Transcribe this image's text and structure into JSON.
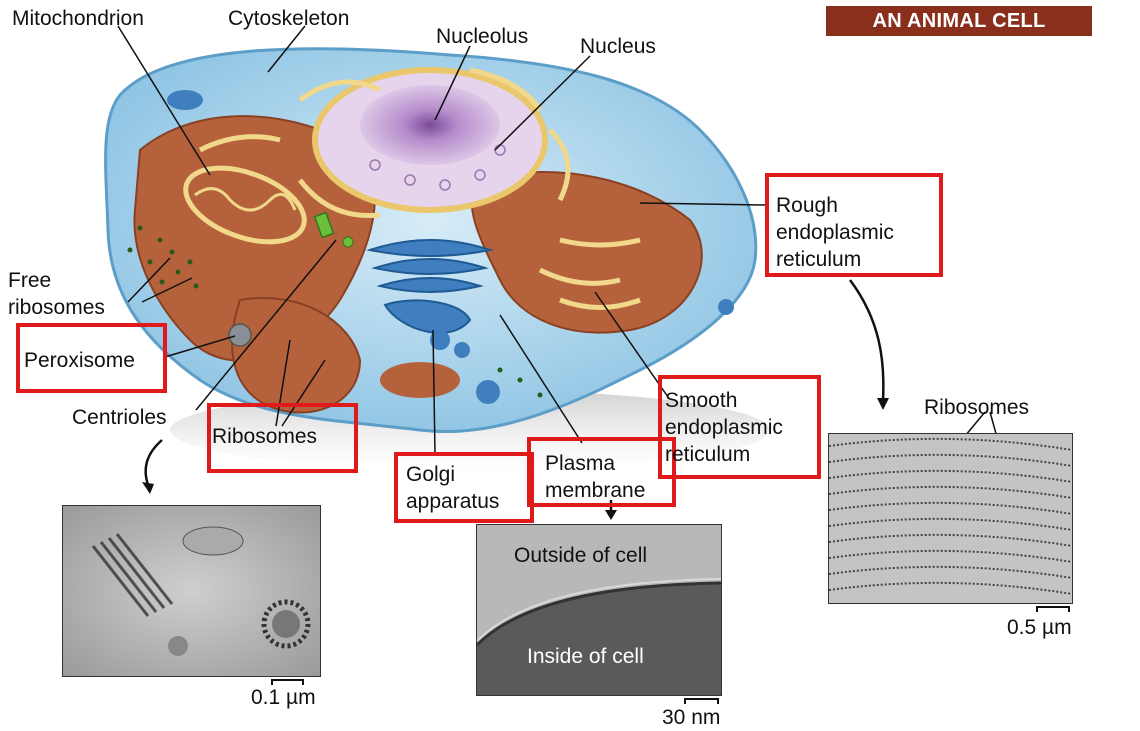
{
  "title": "AN ANIMAL CELL",
  "labels": {
    "mitochondrion": "Mitochondrion",
    "cytoskeleton": "Cytoskeleton",
    "nucleolus": "Nucleolus",
    "nucleus": "Nucleus",
    "rough_er_line1": "Rough",
    "rough_er_line2": "endoplasmic",
    "rough_er_line3": "reticulum",
    "free_ribosomes_line1": "Free",
    "free_ribosomes_line2": "ribosomes",
    "peroxisome": "Peroxisome",
    "centrioles": "Centrioles",
    "ribosomes": "Ribosomes",
    "golgi_line1": "Golgi",
    "golgi_line2": "apparatus",
    "plasma_line1": "Plasma",
    "plasma_line2": "membrane",
    "smooth_er_line1": "Smooth",
    "smooth_er_line2": "endoplasmic",
    "smooth_er_line3": "reticulum",
    "micrograph_ribosomes": "Ribosomes",
    "outside_cell": "Outside of cell",
    "inside_cell": "Inside of cell"
  },
  "scale_bars": {
    "centriole": "0.1 µm",
    "membrane": "30 nm",
    "rough_er": "0.5 µm"
  },
  "colors": {
    "highlight_box": "#e0191b",
    "title_bg": "#8a2f1c",
    "cytoplasm": "#a9d3ea",
    "rough_er": "#b5623c",
    "nucleus": "#c9a6d4",
    "golgi": "#3f7fbf"
  }
}
